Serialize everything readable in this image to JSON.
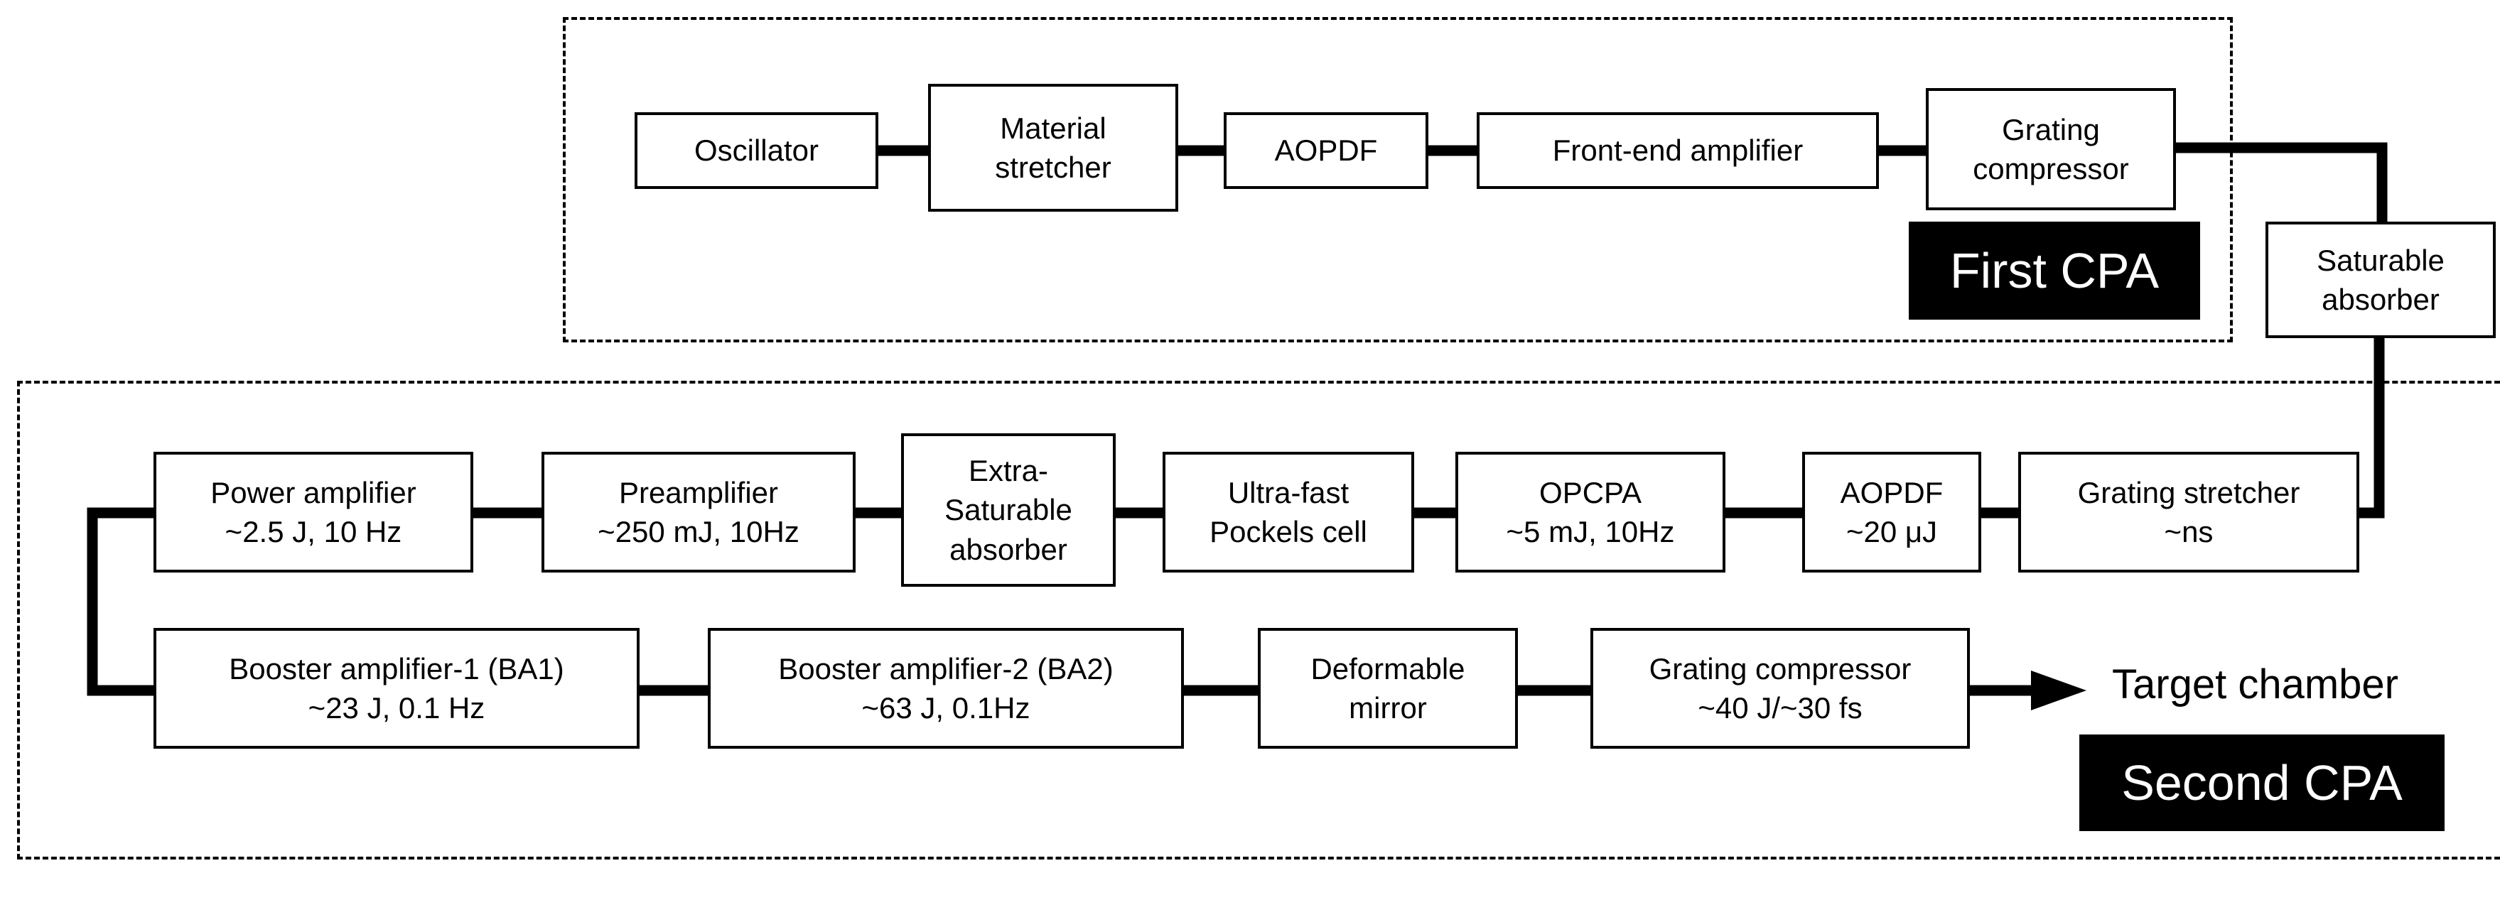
{
  "first_cpa": {
    "label": "First CPA",
    "blocks": [
      {
        "id": "oscillator",
        "lines": [
          "Oscillator"
        ]
      },
      {
        "id": "material-stretcher",
        "lines": [
          "Material",
          "stretcher"
        ]
      },
      {
        "id": "aopdf-1",
        "lines": [
          "AOPDF"
        ]
      },
      {
        "id": "front-end-amplifier",
        "lines": [
          "Front-end amplifier"
        ]
      },
      {
        "id": "grating-compressor-1",
        "lines": [
          "Grating",
          "compressor"
        ]
      }
    ]
  },
  "link_block": {
    "id": "saturable-absorber",
    "lines": [
      "Saturable",
      "absorber"
    ]
  },
  "second_cpa": {
    "label": "Second CPA",
    "row1": [
      {
        "id": "power-amplifier",
        "lines": [
          "Power amplifier",
          "~2.5 J, 10 Hz"
        ]
      },
      {
        "id": "preamplifier",
        "lines": [
          "Preamplifier",
          "~250 mJ, 10Hz"
        ]
      },
      {
        "id": "extra-saturable-absorber",
        "lines": [
          "Extra-",
          "Saturable",
          "absorber"
        ]
      },
      {
        "id": "ultra-fast-pockels-cell",
        "lines": [
          "Ultra-fast",
          "Pockels cell"
        ]
      },
      {
        "id": "opcpa",
        "lines": [
          "OPCPA",
          "~5 mJ, 10Hz"
        ]
      },
      {
        "id": "aopdf-2",
        "lines": [
          "AOPDF",
          "~20 μJ"
        ]
      },
      {
        "id": "grating-stretcher",
        "lines": [
          "Grating stretcher",
          "~ns"
        ]
      }
    ],
    "row2": [
      {
        "id": "booster-amplifier-1",
        "lines": [
          "Booster amplifier-1 (BA1)",
          "~23 J, 0.1 Hz"
        ]
      },
      {
        "id": "booster-amplifier-2",
        "lines": [
          "Booster amplifier-2 (BA2)",
          "~63 J, 0.1Hz"
        ]
      },
      {
        "id": "deformable-mirror",
        "lines": [
          "Deformable",
          "mirror"
        ]
      },
      {
        "id": "grating-compressor-2",
        "lines": [
          "Grating compressor",
          "~40 J/~30 fs"
        ]
      }
    ],
    "output_label": "Target chamber"
  }
}
